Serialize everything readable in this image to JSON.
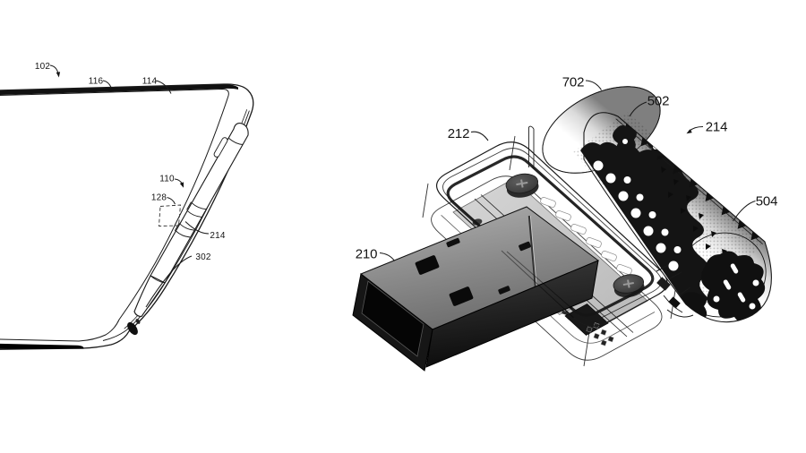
{
  "canvas": {
    "background": "#ffffff",
    "ink": "#1a1a1a"
  },
  "figures": {
    "left": {
      "labels": [
        {
          "ref": "102"
        },
        {
          "ref": "116"
        },
        {
          "ref": "114"
        },
        {
          "ref": "110"
        },
        {
          "ref": "128"
        },
        {
          "ref": "214"
        },
        {
          "ref": "302"
        }
      ]
    },
    "right": {
      "labels": [
        {
          "ref": "212"
        },
        {
          "ref": "702"
        },
        {
          "ref": "502"
        },
        {
          "ref": "214"
        },
        {
          "ref": "504"
        },
        {
          "ref": "210"
        }
      ]
    }
  }
}
